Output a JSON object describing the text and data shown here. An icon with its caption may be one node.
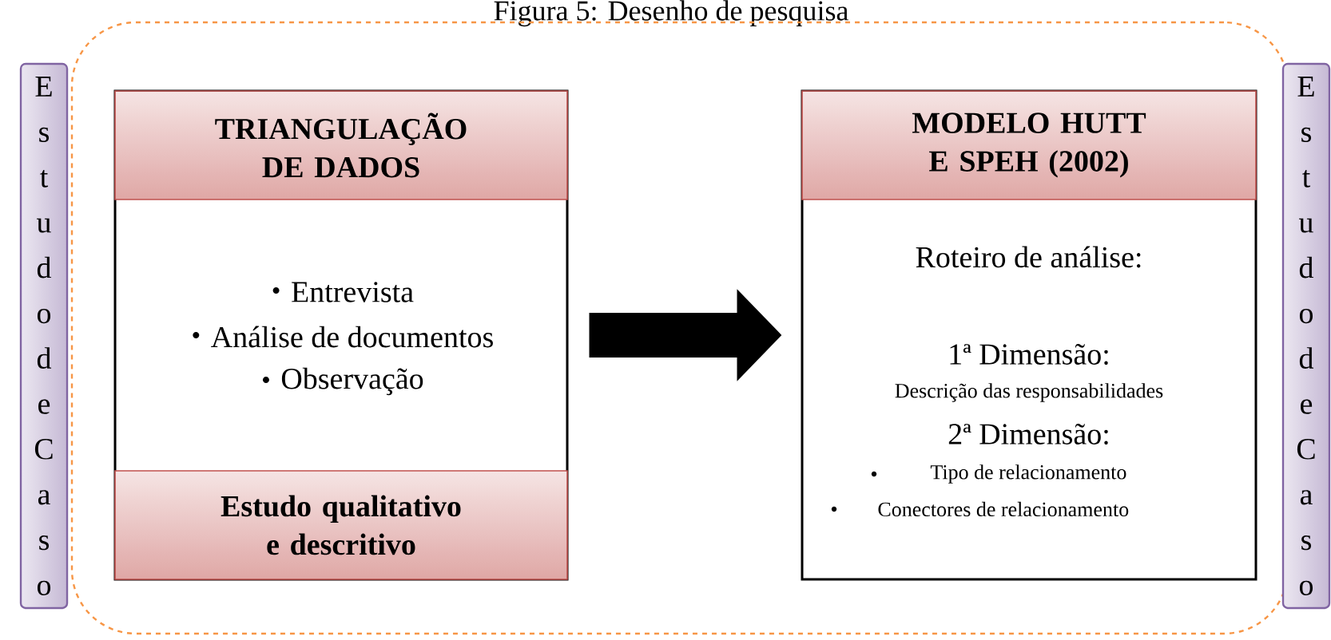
{
  "diagram": {
    "title": "Figura 5: Desenho de pesquisa",
    "nodes": [
      {
        "text": [],
        "shape": "box"
      },
      {
        "text": [
          "E s t u d o d e C a s o"
        ]
      },
      {
        "text": [
          "E s t u d o d e C a s o"
        ]
      },
      {
        "text": [
          "Entrevista",
          "Análise de documentos",
          "Observação"
        ],
        "in": 0
      },
      {
        "text": [
          "TRIANGULAÇÃO DE DADOS"
        ],
        "in": 3
      },
      {
        "text": [
          "Estudo qualitativo e descritivo"
        ],
        "in": 3
      },
      {
        "text": [
          "Roteiro de análise:",
          "1ª Dimensão:",
          "Descrição das responsabilidades",
          "2ª Dimensão:",
          "Tipo de relacionamento",
          "Conectores de relacionamento"
        ],
        "in": 0
      },
      {
        "text": [
          "MODELO HUTT E SPEH (2002)"
        ],
        "in": 6
      }
    ],
    "edges": [
      {
        "from": 3,
        "to": 6,
        "arrow": "to"
      }
    ]
  }
}
